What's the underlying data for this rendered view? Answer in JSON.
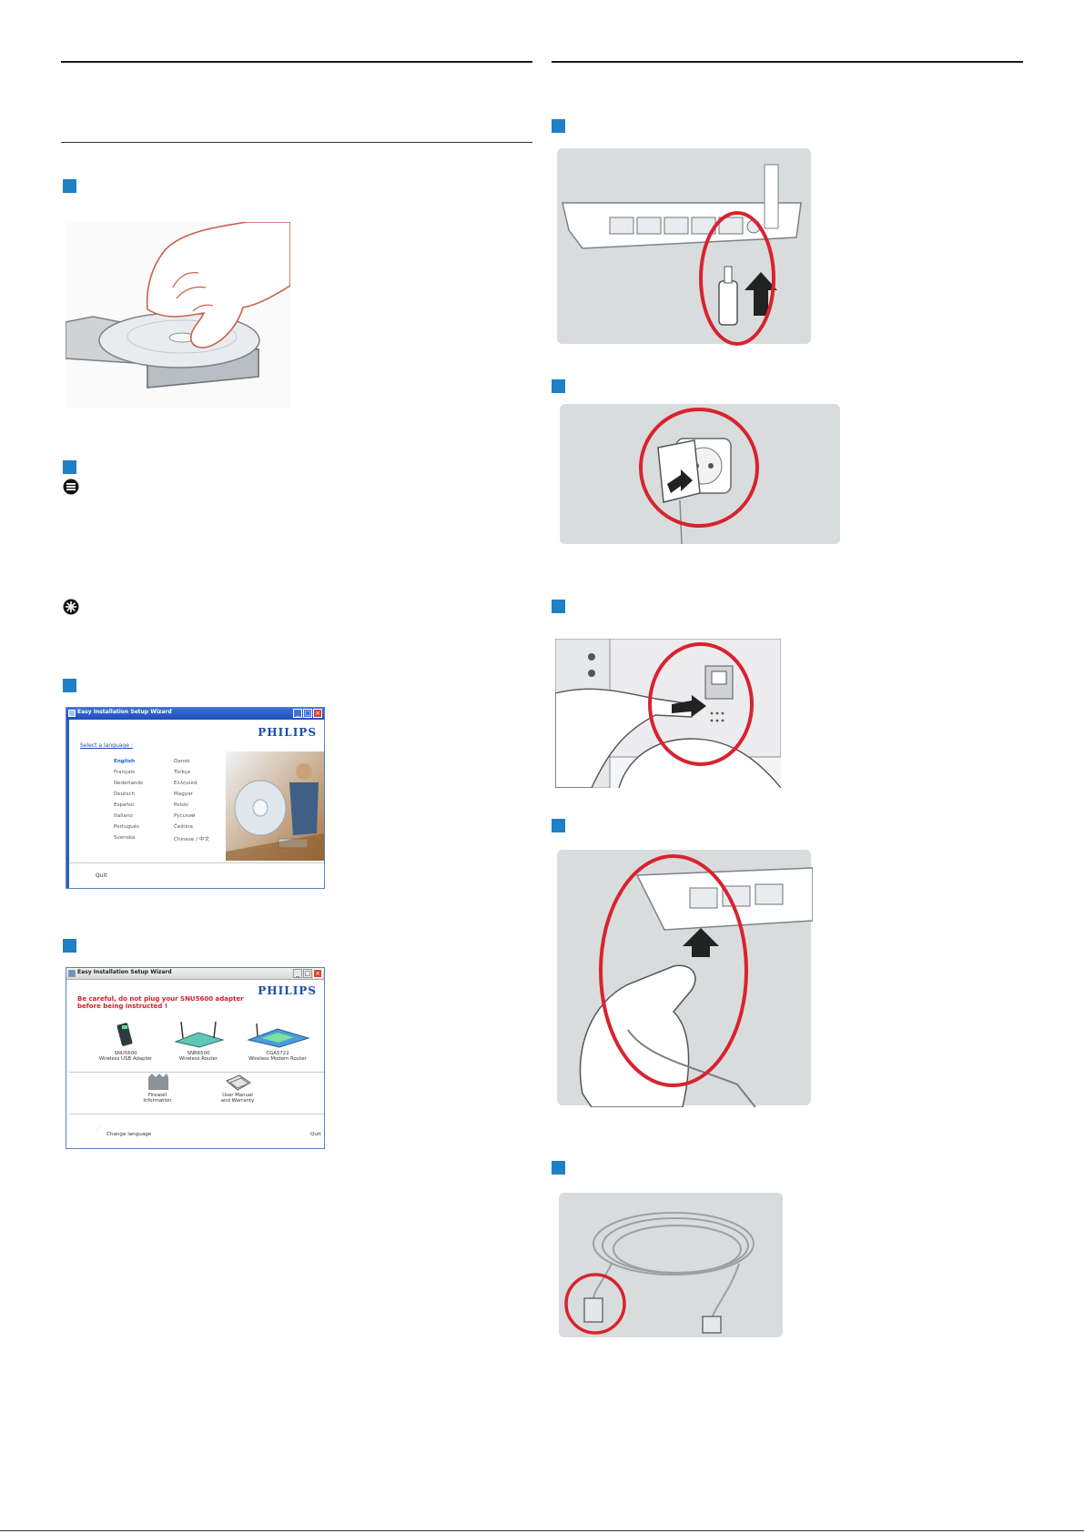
{
  "wizard_language": {
    "title": "Easy Installation Setup Wizard",
    "brand": "PHILIPS",
    "prompt": "Select a language :",
    "languages_col1": [
      "English",
      "Français",
      "Nederlands",
      "Deutsch",
      "Español",
      "Italiano",
      "Português",
      "Svenska"
    ],
    "languages_col2": [
      "Dansk",
      "Türkçe",
      "Ελληνικά",
      "Magyar",
      "Polski",
      "Русский",
      "Čeština",
      "Chinese / 中文"
    ],
    "selected": "English",
    "quit": "Quit"
  },
  "wizard_main": {
    "title": "Easy Installation Setup Wizard",
    "brand": "PHILIPS",
    "warning": "Be careful, do not plug your SNU5600 adapter before being instructed !",
    "products": [
      {
        "line1": "SNU5600",
        "line2": "Wireless USB Adapter"
      },
      {
        "line1": "SNR6500",
        "line2": "Wireless Router"
      },
      {
        "line1": "CGA5722",
        "line2": "Wireless Modem Router"
      }
    ],
    "extras": [
      {
        "line1": "Firewall",
        "line2": "Information"
      },
      {
        "line1": "User Manual",
        "line2": "and Warranty"
      }
    ],
    "change_language": "Change language",
    "quit": "Quit"
  },
  "icons": {
    "note": "note-icon",
    "tip": "tip-icon"
  },
  "colors": {
    "step_marker": "#1f7fc7",
    "highlight_circle": "#d8232e",
    "figure_bg": "#d9dcdd",
    "philips_blue": "#1b4fa8"
  }
}
